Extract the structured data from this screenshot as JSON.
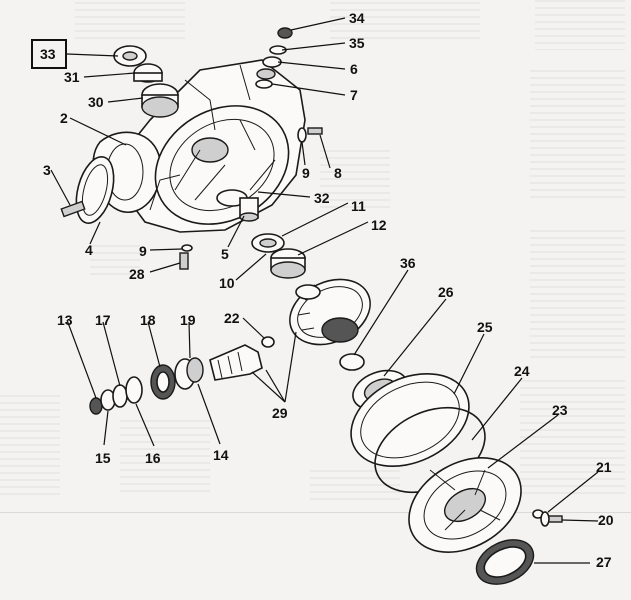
{
  "diagram": {
    "highlighted_label": "33",
    "callouts": [
      "33",
      "34",
      "35",
      "6",
      "31",
      "7",
      "30",
      "2",
      "8",
      "9",
      "3",
      "32",
      "11",
      "12",
      "4",
      "5",
      "9",
      "28",
      "10",
      "36",
      "26",
      "25",
      "13",
      "17",
      "18",
      "19",
      "22",
      "24",
      "29",
      "23",
      "15",
      "16",
      "14",
      "21",
      "20",
      "27"
    ]
  }
}
